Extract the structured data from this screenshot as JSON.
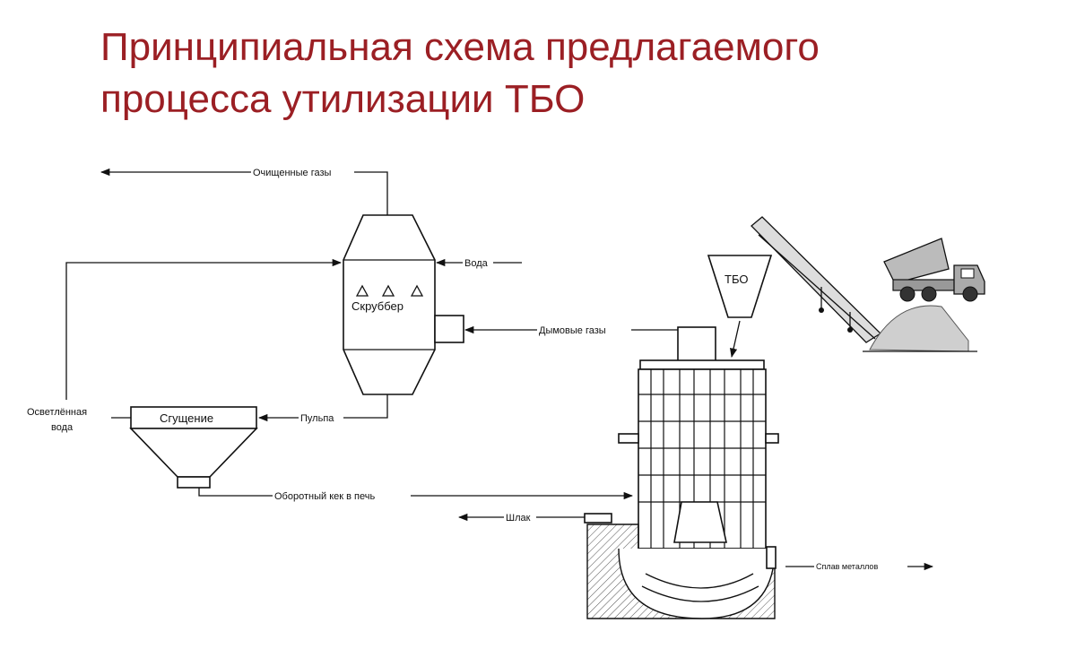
{
  "title": {
    "line1": "Принципиальная схема предлагаемого",
    "line2": "процесса утилизации ТБО"
  },
  "labels": {
    "clean_gases": "Очищенные газы",
    "water": "Вода",
    "scrubber": "Скруббер",
    "flue_gases": "Дымовые газы",
    "pulp": "Пульпа",
    "thickening": "Сгущение",
    "clarified_water_1": "Осветлённая",
    "clarified_water_2": "вода",
    "return_cake": "Оборотный кек в печь",
    "slag": "Шлак",
    "msw": "ТБО",
    "metal_alloy": "Сплав металлов"
  },
  "colors": {
    "title": "#9b1f24",
    "line": "#111111"
  }
}
